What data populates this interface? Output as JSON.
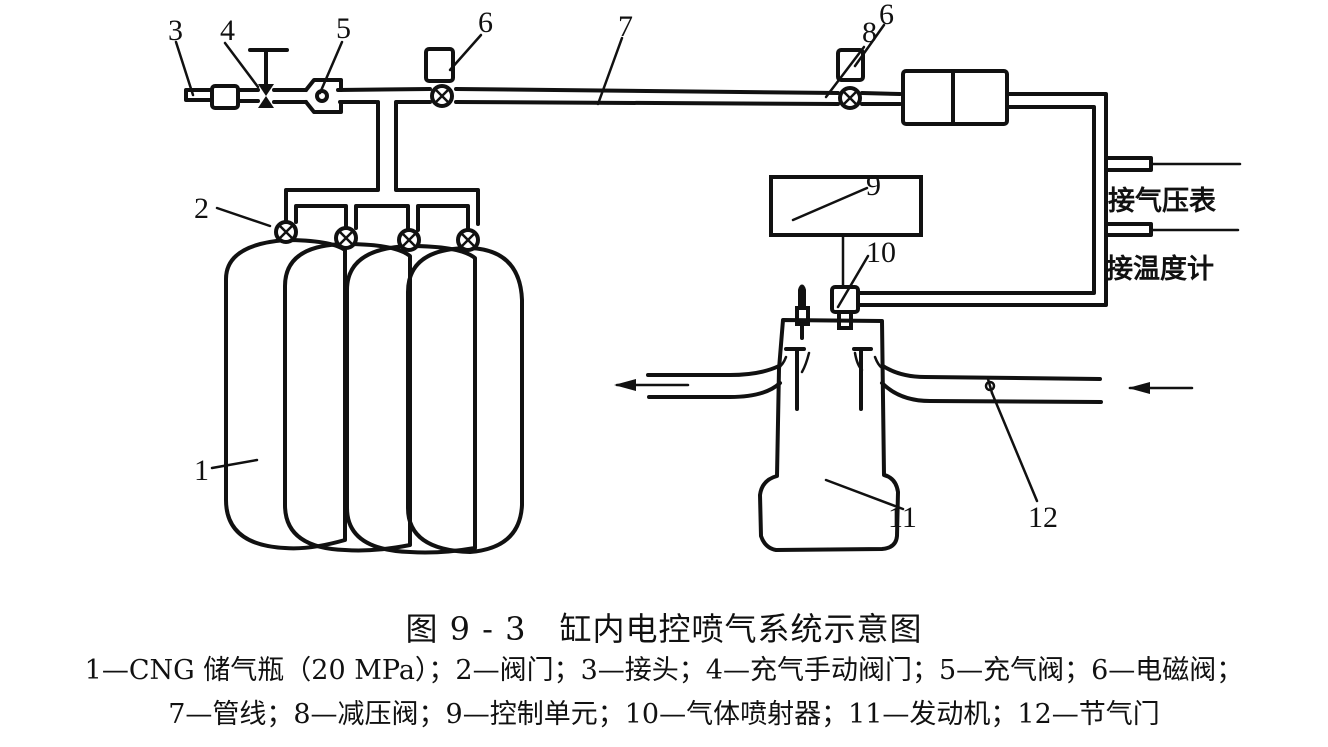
{
  "figure": {
    "number": "图 9 - 3",
    "title": "缸内电控喷气系统示意图"
  },
  "labels": {
    "n1": "1",
    "n2": "2",
    "n3": "3",
    "n4": "4",
    "n5": "5",
    "n6a": "6",
    "n6b": "6",
    "n7": "7",
    "n8": "8",
    "n9": "9",
    "n10": "10",
    "n11": "11",
    "n12": "12"
  },
  "side_labels": {
    "pressure_gauge": "接气压表",
    "thermometer": "接温度计"
  },
  "legend": {
    "line1": "1—CNG 储气瓶（20 MPa）；2—阀门；3—接头；4—充气手动阀门；5—充气阀；6—电磁阀；",
    "line2": "7—管线；8—减压阀；9—控制单元；10—气体喷射器；11—发动机；12—节气门",
    "items": [
      {
        "id": "1",
        "name": "CNG 储气瓶（20 MPa）"
      },
      {
        "id": "2",
        "name": "阀门"
      },
      {
        "id": "3",
        "name": "接头"
      },
      {
        "id": "4",
        "name": "充气手动阀门"
      },
      {
        "id": "5",
        "name": "充气阀"
      },
      {
        "id": "6",
        "name": "电磁阀"
      },
      {
        "id": "7",
        "name": "管线"
      },
      {
        "id": "8",
        "name": "减压阀"
      },
      {
        "id": "9",
        "name": "控制单元"
      },
      {
        "id": "10",
        "name": "气体喷射器"
      },
      {
        "id": "11",
        "name": "发动机"
      },
      {
        "id": "12",
        "name": "节气门"
      }
    ]
  }
}
